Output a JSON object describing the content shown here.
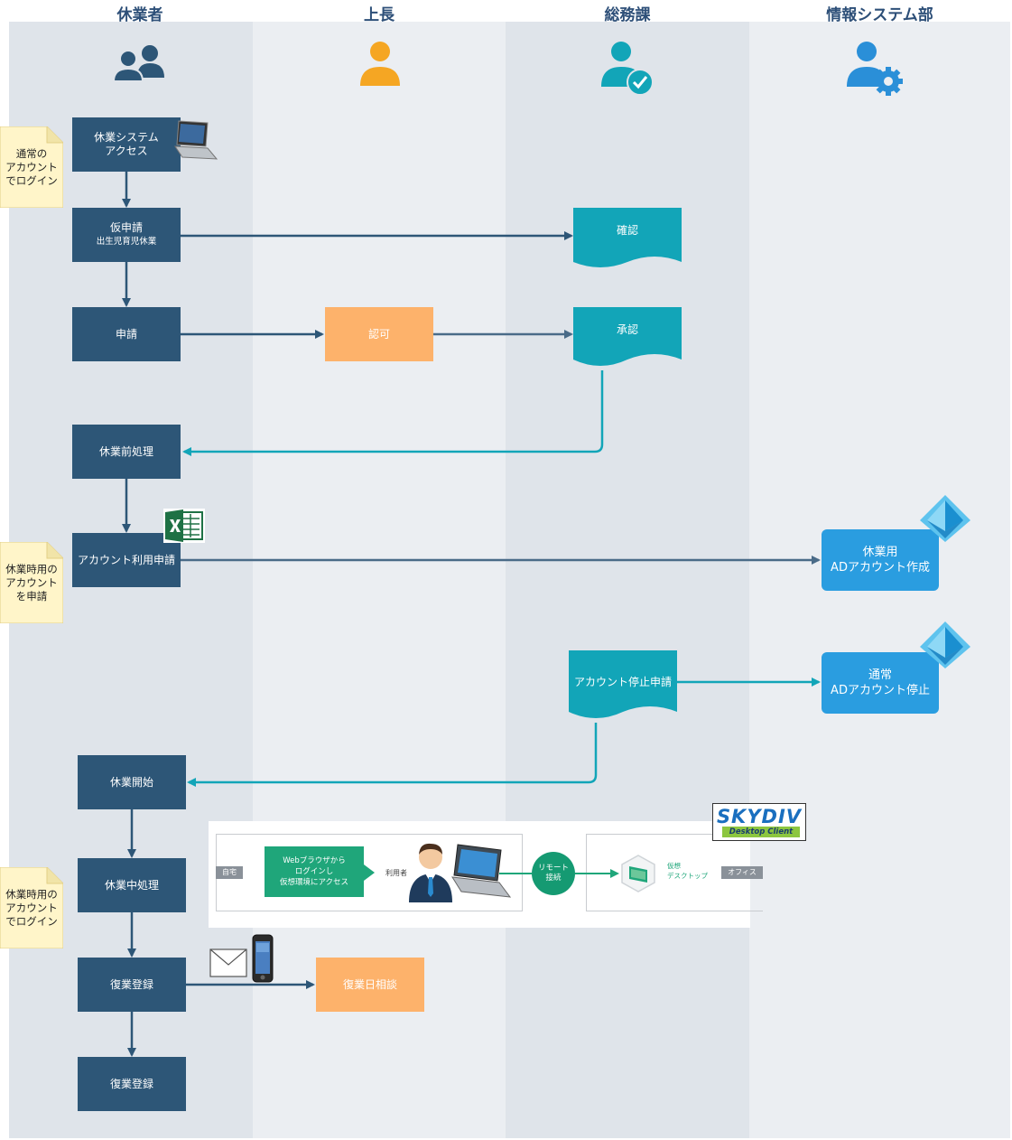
{
  "lanes": [
    {
      "title": "休業者"
    },
    {
      "title": "上長"
    },
    {
      "title": "総務課"
    },
    {
      "title": "情報システム部"
    }
  ],
  "notes": {
    "login_normal": "通常の\nアカウント\nでログイン",
    "apply_leave_account": "休業時用の\nアカウント\nを申請",
    "login_leave": "休業時用の\nアカウント\nでログイン"
  },
  "nodes": {
    "system_access": "休業システム\nアクセス",
    "provisional_apply": "仮申請",
    "provisional_apply_sub": "出生児育児休業",
    "apply": "申請",
    "pre_leave": "休業前処理",
    "account_request": "アカウント利用申請",
    "leave_start": "休業開始",
    "during_leave": "休業中処理",
    "return_register_1": "復業登録",
    "return_register_2": "復業登録",
    "approve_boss": "認可",
    "return_date_consult": "復業日相談",
    "confirm": "確認",
    "approval": "承認",
    "account_stop_request": "アカウント停止申請",
    "create_ad_account": "休業用\nADアカウント作成",
    "stop_ad_account": "通常\nADアカウント停止"
  },
  "panel": {
    "home_label": "自宅",
    "browser_login": "Webブラウザから\nログインし\n仮想環境にアクセス",
    "user_label": "利用者",
    "remote_connect": "リモート\n接続",
    "virtual_desktop": "仮想\nデスクトップ",
    "office_label": "オフィス",
    "logo_main": "SKYDIV",
    "logo_sub": "Desktop Client"
  },
  "icons": [
    "users-icon",
    "user-icon",
    "user-check-icon",
    "user-gear-icon",
    "laptop-icon",
    "excel-icon",
    "azure-ad-icon",
    "mail-icon",
    "phone-icon"
  ],
  "colors": {
    "lane_a": "#dfe4ea",
    "lane_b": "#ebeef2",
    "navy": "#2d5677",
    "teal": "#12a5b8",
    "orange": "#fdb26b",
    "blue": "#2a9de0",
    "note": "#fff5c9"
  }
}
